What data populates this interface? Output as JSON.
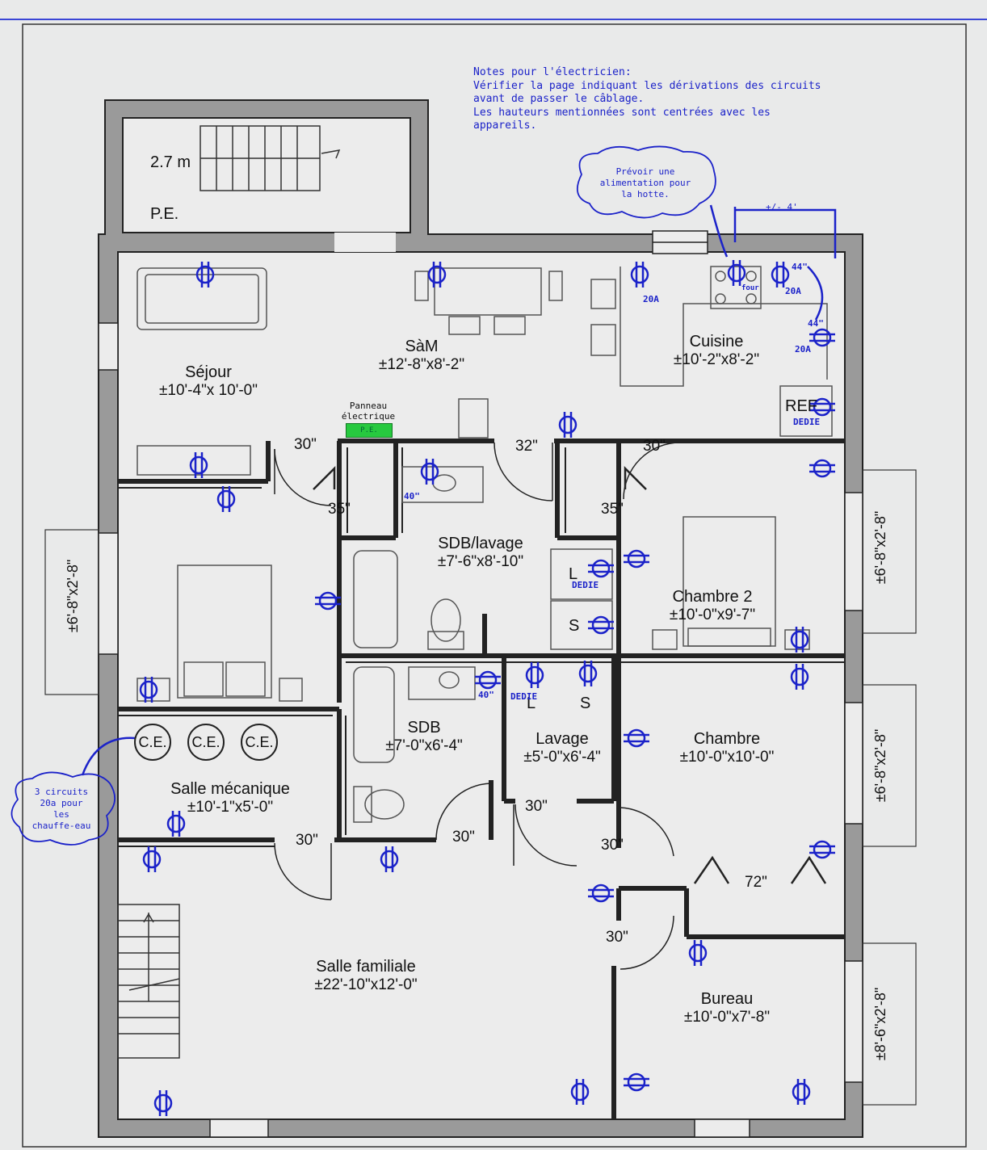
{
  "notes": {
    "title": "Notes pour l'électricien:",
    "lines": [
      "Vérifier la page indiquant les dérivations des circuits",
      "avant de passer le câblage.",
      "Les hauteurs mentionnées sont centrées avec les",
      "appareils."
    ]
  },
  "clouds": {
    "hood_lines": [
      "Prévoir une",
      "alimentation pour",
      "la hotte."
    ],
    "heater_lines": [
      "3 circuits",
      "20a pour",
      "les",
      "chauffe-eau"
    ]
  },
  "rooms": {
    "pe_height": "2.7 m",
    "pe_label": "P.E.",
    "sejour": {
      "name": "Séjour",
      "dim": "±10'-4\"x 10'-0\""
    },
    "sam": {
      "name": "SàM",
      "dim": "±12'-8\"x8'-2\""
    },
    "cuisine": {
      "name": "Cuisine",
      "dim": "±10'-2\"x8'-2\""
    },
    "sdb_lavage": {
      "name": "SDB/lavage",
      "dim": "±7'-6\"x8'-10\""
    },
    "chambre2": {
      "name": "Chambre 2",
      "dim": "±10'-0\"x9'-7\""
    },
    "sdb": {
      "name": "SDB",
      "dim": "±7'-0\"x6'-4\""
    },
    "lavage": {
      "name": "Lavage",
      "dim": "±5'-0\"x6'-4\""
    },
    "chambre": {
      "name": "Chambre",
      "dim": "±10'-0\"x10'-0\""
    },
    "salle_mecanique": {
      "name": "Salle mécanique",
      "dim": "±10'-1\"x5'-0\""
    },
    "salle_familiale": {
      "name": "Salle familiale",
      "dim": "±22'-10\"x12'-0\""
    },
    "bureau": {
      "name": "Bureau",
      "dim": "±10'-0\"x7'-8\""
    }
  },
  "doors": {
    "d30_a": "30\"",
    "d35_a": "35\"",
    "d32": "32\"",
    "d30_b": "30\"",
    "d35_b": "35\"",
    "d30_c": "30\"",
    "d30_d": "30\"",
    "d30_e": "30\"",
    "d30_f": "30\"",
    "d72": "72\"",
    "d30_g": "30\""
  },
  "windows": {
    "left": "±6'-8\"x2'-8\"",
    "right1": "±6'-8\"x2'-8\"",
    "right2": "±6'-8\"x2'-8\"",
    "right3": "±8'-6\"x2'-8\""
  },
  "kitchen": {
    "ref": "REF",
    "hood_dim": "+/- 4'",
    "h44_a": "44\"",
    "h44_b": "44\"",
    "a20_a": "20A",
    "a20_b": "20A",
    "a20_c": "20A",
    "four": "four",
    "dedie_ref": "DEDIE"
  },
  "panel": {
    "label_l1": "Panneau",
    "label_l2": "électrique",
    "tag": "P.E."
  },
  "heaters": {
    "ce": "C.E."
  },
  "laundry": {
    "l_upper": "L",
    "s_upper": "S",
    "dedie_upper": "DEDIE",
    "l_lower": "L",
    "s_lower": "S",
    "dedie_lower": "DEDIE",
    "h40_a": "40\"",
    "h40_b": "40\""
  },
  "colors": {
    "wall": "#4a4a4a",
    "blue": "#1b22c9",
    "panel": "#27c93f"
  }
}
